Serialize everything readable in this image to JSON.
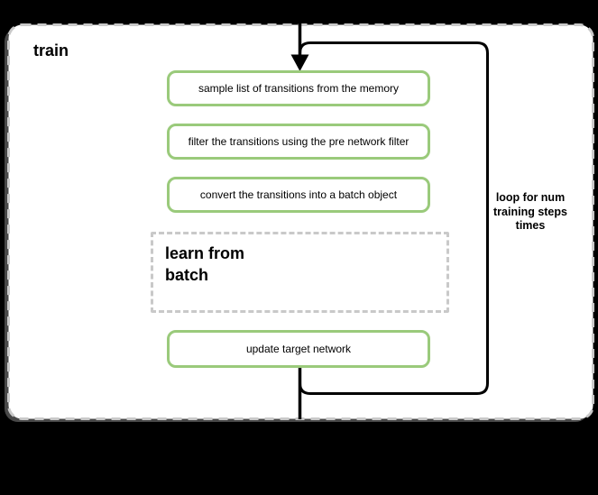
{
  "diagram": {
    "container_title": "train",
    "steps": [
      {
        "label": "sample list of transitions from the memory"
      },
      {
        "label": "filter the transitions using the pre network filter"
      },
      {
        "label": "convert the transitions into a batch object"
      }
    ],
    "learn_box": {
      "label": "learn from\nbatch"
    },
    "update_step": {
      "label": "update target network"
    },
    "loop_annotation": {
      "label": "loop for num\ntraining steps\ntimes"
    },
    "colors": {
      "background": "#000000",
      "panel_fill": "#FFFFFF",
      "panel_dashed_border": "#C9C9C9",
      "step_border_green": "#9ACA7B",
      "connector_black": "#000000",
      "text": "#000000"
    }
  }
}
